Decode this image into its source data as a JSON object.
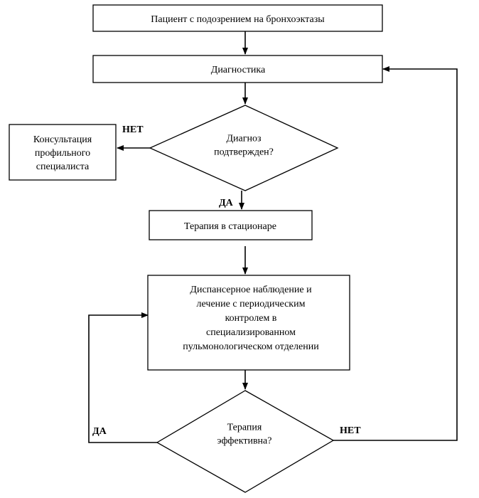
{
  "nodes": {
    "patient": {
      "lines": [
        "Пациент с подозрением на бронхоэктазы"
      ]
    },
    "diagnostics": {
      "lines": [
        "Диагностика"
      ]
    },
    "diagnosis_confirmed": {
      "lines": [
        "Диагноз",
        "подтвержден?"
      ]
    },
    "consultation": {
      "lines": [
        "Консультация",
        "профильного",
        "специалиста"
      ]
    },
    "inpatient_therapy": {
      "lines": [
        "Терапия в стационаре"
      ]
    },
    "dispensary": {
      "lines": [
        "Диспансерное наблюдение и",
        "лечение с периодическим",
        "контролем в",
        "специализированном",
        "пульмонологическом отделении"
      ]
    },
    "therapy_effective": {
      "lines": [
        "Терапия",
        "эффективна?"
      ]
    }
  },
  "edge_labels": {
    "diagnosis_no": "НЕТ",
    "diagnosis_yes": "ДА",
    "therapy_yes": "ДА",
    "therapy_no": "НЕТ"
  },
  "colors": {
    "stroke": "#000000",
    "fill": "#ffffff",
    "text": "#000000"
  }
}
